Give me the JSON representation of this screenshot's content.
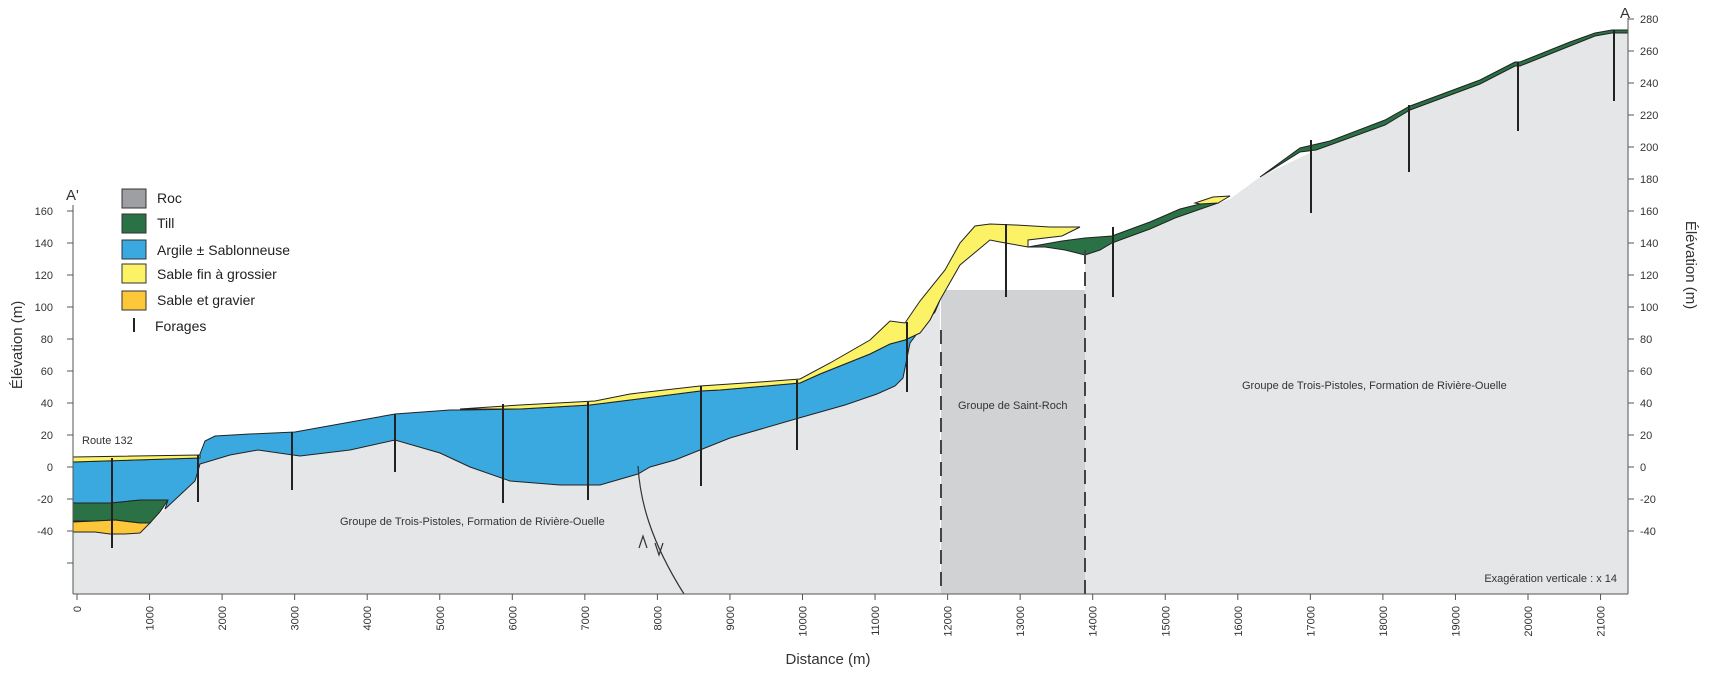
{
  "section": {
    "start_label": "A'",
    "end_label": "A",
    "road_label": "Route 132"
  },
  "axes": {
    "x_title": "Distance (m)",
    "y_left_title": "Élévation (m)",
    "y_right_title": "Élévation (m)",
    "x_ticks": [
      "0",
      "1000",
      "2000",
      "3000",
      "4000",
      "5000",
      "6000",
      "7000",
      "8000",
      "9000",
      "10000",
      "11000",
      "12000",
      "13000",
      "14000",
      "15000",
      "16000",
      "17000",
      "18000",
      "19000",
      "20000",
      "21000"
    ],
    "y_left_ticks": [
      "160",
      "140",
      "120",
      "100",
      "80",
      "60",
      "40",
      "20",
      "0",
      "-20",
      "-40"
    ],
    "y_right_ticks": [
      "280",
      "260",
      "240",
      "220",
      "200",
      "180",
      "160",
      "140",
      "120",
      "100",
      "80",
      "60",
      "40",
      "20",
      "0",
      "-20",
      "-40"
    ]
  },
  "legend": [
    {
      "label": "Roc",
      "color": "#9d9fa2"
    },
    {
      "label": "Till",
      "color": "#2a7146"
    },
    {
      "label": "Argile ± Sablonneuse",
      "color": "#3aa9e0"
    },
    {
      "label": "Sable fin à grossier",
      "color": "#fbf266"
    },
    {
      "label": "Sable et gravier",
      "color": "#fcc83a"
    },
    {
      "label": "Forages",
      "symbol": "line"
    }
  ],
  "zones": {
    "trois_pistoles_left": "Groupe de Trois-Pistoles, Formation de Rivière-Ouelle",
    "saint_roch": "Groupe de Saint-Roch",
    "trois_pistoles_right": "Groupe de Trois-Pistoles, Formation de Rivière-Ouelle"
  },
  "exaggeration": "Exagération verticale : x 14",
  "colors": {
    "rock": "#e5e6e8",
    "rock_saint_roch": "#d1d2d4",
    "till": "#2a7146",
    "clay": "#3aa9e0",
    "fine_sand": "#fbf266",
    "gravel": "#fcc83a"
  }
}
